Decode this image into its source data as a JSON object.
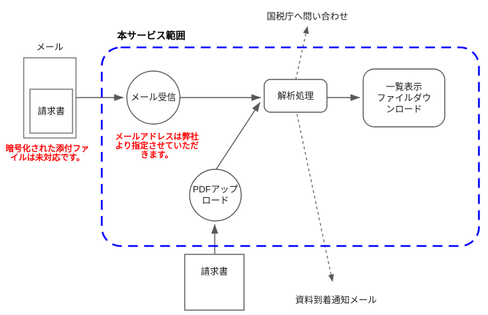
{
  "diagram": {
    "scope_title": "本サービス範囲",
    "nodes": {
      "mail_box_label": "メール",
      "mail_attachment_invoice": "請求書",
      "mail_receive": "メール受信",
      "pdf_upload": "PDFアップ\nロード",
      "analysis_process": "解析処理",
      "list_file_download": "一覧表示\nファイルダウ\nンロード",
      "invoice_input": "請求書"
    },
    "annotations": {
      "encrypted_attachment_note": "暗号化された添付ファ\nイルは未対応です。",
      "mail_address_note": "メールアドレスは弊社\nより指定させていただ\nきます。",
      "nta_inquiry": "国税庁へ問い合わせ",
      "arrival_notification_mail": "資料到着通知メール"
    },
    "colors": {
      "scope_border_blue": "#0000ff",
      "annotation_red": "#ff0000",
      "line_gray": "#595959",
      "shape_border_gray": "#666666",
      "text_black": "#1a1a1a"
    }
  }
}
